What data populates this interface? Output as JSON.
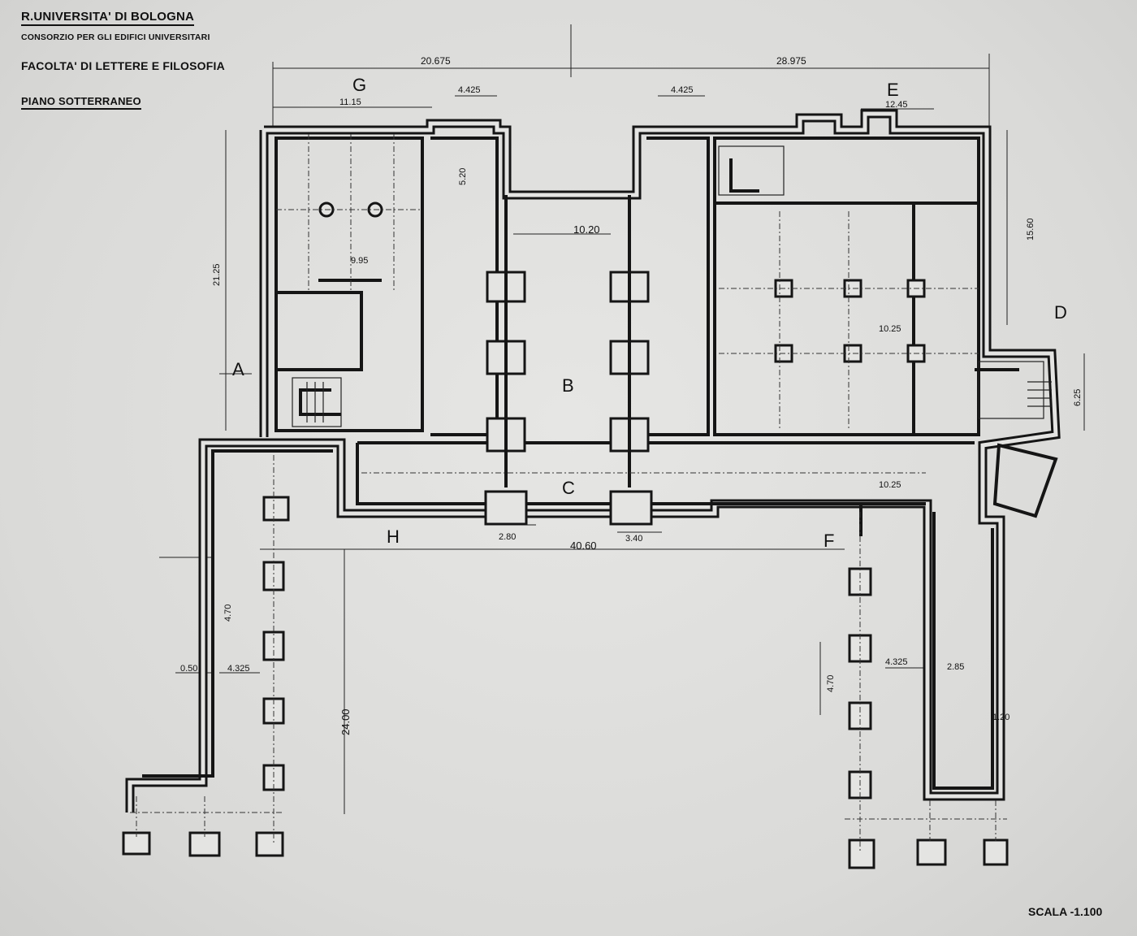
{
  "header": {
    "institution": "R.UNIVERSITA' DI BOLOGNA",
    "consortium": "CONSORZIO PER GLI EDIFICI UNIVERSITARI",
    "faculty": "FACOLTA' DI LETTERE E FILOSOFIA",
    "floor": "PIANO SOTTERRANEO"
  },
  "scale": "SCALA -1.100",
  "wing_labels": {
    "a": "A",
    "b": "B",
    "c": "C",
    "d": "D",
    "e": "E",
    "f": "F",
    "g": "G",
    "h": "H"
  },
  "dimensions": {
    "top_left": "20.675",
    "top_right": "28.975",
    "g_width": "11.15",
    "corridor_b": "10.20",
    "total_bottom": "40.60",
    "wing_h": "24.00",
    "left_height": "21.25",
    "right_height": "15.60",
    "top_small": "4.425",
    "e_top": "12.45",
    "e_top2": "4.425",
    "g_mid": "9.95",
    "c_pier": "2.80",
    "c_span": "3.40",
    "h_bay": "4.325",
    "h_bay2": "4.70",
    "h_wall": "0.50",
    "b_bay": "5.20",
    "e_mid": "10.25",
    "f_bay": "4.325",
    "f_bay2": "4.70",
    "f_wall": "2.85",
    "f_low": "1.20",
    "d_height": "6.25",
    "c_mid": "10.25"
  }
}
